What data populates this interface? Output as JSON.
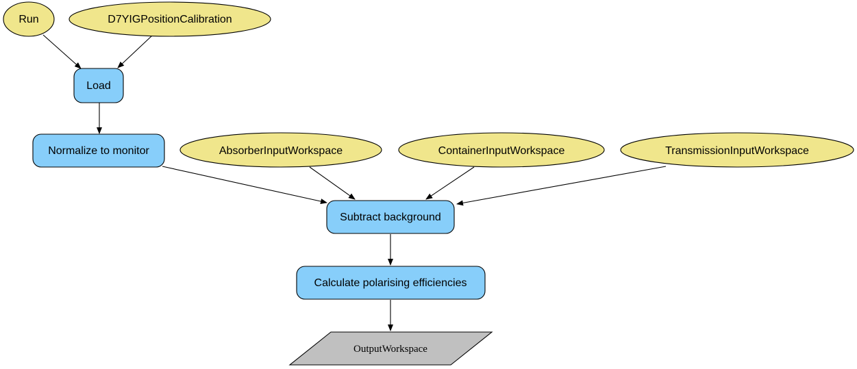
{
  "colors": {
    "input": "#f0e68c",
    "algorithm": "#87cefa",
    "output": "#c0c0c0",
    "stroke": "#000000"
  },
  "nodes": {
    "run": {
      "label": "Run",
      "kind": "input"
    },
    "d7yig": {
      "label": "D7YIGPositionCalibration",
      "kind": "input"
    },
    "load": {
      "label": "Load",
      "kind": "algorithm"
    },
    "normalize": {
      "label": "Normalize to monitor",
      "kind": "algorithm"
    },
    "absorber": {
      "label": "AbsorberInputWorkspace",
      "kind": "input"
    },
    "container": {
      "label": "ContainerInputWorkspace",
      "kind": "input"
    },
    "transmission": {
      "label": "TransmissionInputWorkspace",
      "kind": "input"
    },
    "subtract": {
      "label": "Subtract background",
      "kind": "algorithm"
    },
    "calculate": {
      "label": "Calculate polarising efficiencies",
      "kind": "algorithm"
    },
    "output": {
      "label": "OutputWorkspace",
      "kind": "output"
    }
  },
  "edges": [
    [
      "run",
      "load"
    ],
    [
      "d7yig",
      "load"
    ],
    [
      "load",
      "normalize"
    ],
    [
      "normalize",
      "subtract"
    ],
    [
      "absorber",
      "subtract"
    ],
    [
      "container",
      "subtract"
    ],
    [
      "transmission",
      "subtract"
    ],
    [
      "subtract",
      "calculate"
    ],
    [
      "calculate",
      "output"
    ]
  ]
}
